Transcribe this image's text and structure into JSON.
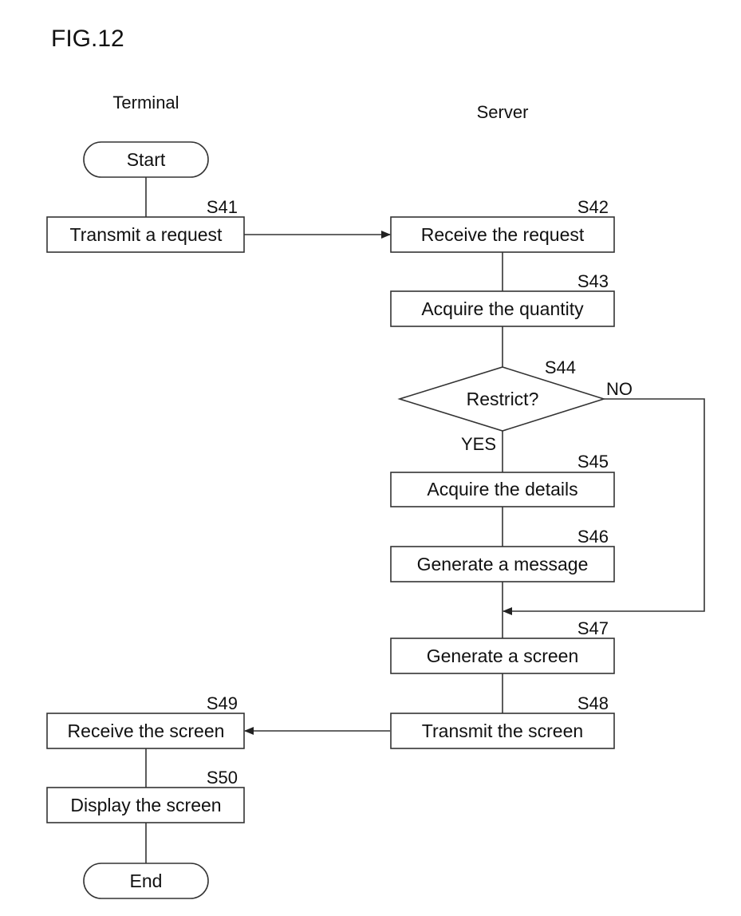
{
  "figure_label": "FIG.12",
  "columns": {
    "terminal": "Terminal",
    "server": "Server"
  },
  "nodes": {
    "start": {
      "label": "Start"
    },
    "s41": {
      "step": "S41",
      "label": "Transmit a request"
    },
    "s42": {
      "step": "S42",
      "label": "Receive the request"
    },
    "s43": {
      "step": "S43",
      "label": "Acquire the quantity"
    },
    "s44": {
      "step": "S44",
      "label": "Restrict?",
      "yes": "YES",
      "no": "NO"
    },
    "s45": {
      "step": "S45",
      "label": "Acquire the details"
    },
    "s46": {
      "step": "S46",
      "label": "Generate a message"
    },
    "s47": {
      "step": "S47",
      "label": "Generate a screen"
    },
    "s48": {
      "step": "S48",
      "label": "Transmit the screen"
    },
    "s49": {
      "step": "S49",
      "label": "Receive the screen"
    },
    "s50": {
      "step": "S50",
      "label": "Display the screen"
    },
    "end": {
      "label": "End"
    }
  }
}
